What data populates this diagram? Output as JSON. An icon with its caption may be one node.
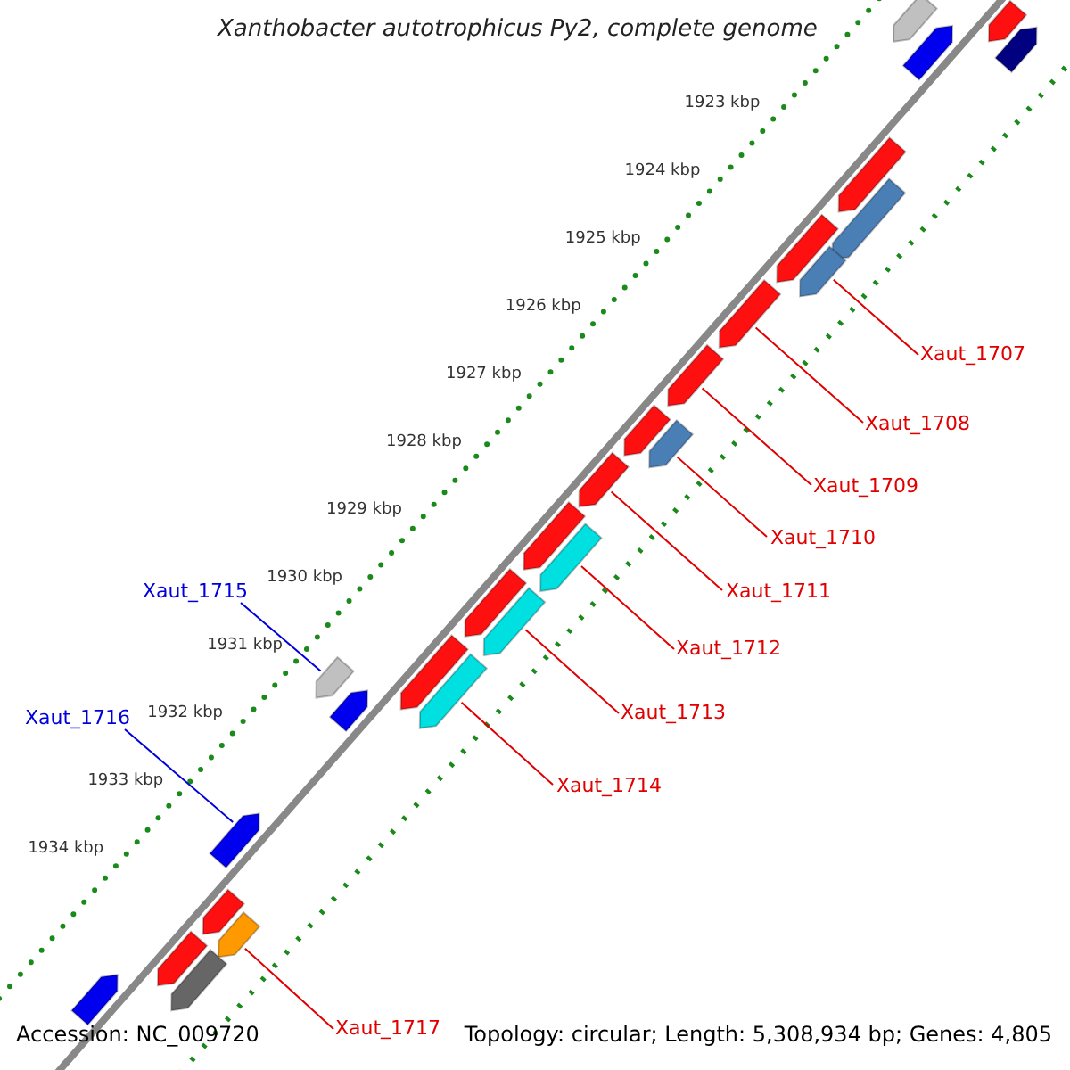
{
  "diagram": {
    "title": "Xanthobacter autotrophicus Py2, complete genome",
    "nodes": [
      {
        "text": [
          "Xaut_1707"
        ]
      },
      {
        "text": [
          "Xaut_1708"
        ]
      },
      {
        "text": [
          "Xaut_1709"
        ]
      },
      {
        "text": [
          "Xaut_1710"
        ]
      },
      {
        "text": [
          "Xaut_1711"
        ]
      },
      {
        "text": [
          "Xaut_1715"
        ]
      },
      {
        "text": [
          "Xaut_1712"
        ]
      },
      {
        "text": [
          "Xaut_1713"
        ]
      },
      {
        "text": [
          "Xaut_1716"
        ]
      },
      {
        "text": [
          "Xaut_1714"
        ]
      },
      {
        "text": [
          "Xaut_1717"
        ]
      },
      {
        "text": [],
        "shape": "arrow"
      },
      {
        "text": [],
        "shape": "arrow"
      },
      {
        "text": [],
        "shape": "arrow"
      },
      {
        "text": [],
        "shape": "arrow"
      },
      {
        "text": [],
        "shape": "arrow"
      },
      {
        "text": [],
        "shape": "arrow"
      },
      {
        "text": [],
        "shape": "arrow"
      },
      {
        "text": [],
        "shape": "arrow"
      },
      {
        "text": [],
        "shape": "arrow"
      },
      {
        "text": [],
        "shape": "arrow"
      },
      {
        "text": [],
        "shape": "arrow"
      },
      {
        "text": [],
        "shape": "arrow"
      },
      {
        "text": [],
        "shape": "arrow"
      },
      {
        "text": [],
        "shape": "arrow"
      },
      {
        "text": [],
        "shape": "arrow"
      },
      {
        "text": [],
        "shape": "arrow"
      },
      {
        "text": [],
        "shape": "arrow"
      },
      {
        "text": [],
        "shape": "arrow"
      },
      {
        "text": [],
        "shape": "arrow"
      },
      {
        "text": [],
        "shape": "arrow"
      },
      {
        "text": [],
        "shape": "arrow"
      },
      {
        "text": [],
        "shape": "arrow"
      },
      {
        "text": [],
        "shape": "arrow"
      },
      {
        "text": [],
        "shape": "arrow"
      },
      {
        "text": [],
        "shape": "arrow"
      },
      {
        "text": [],
        "shape": "arrow"
      },
      {
        "text": [],
        "shape": "arrow"
      }
    ],
    "edges": [
      {
        "from": 0,
        "to": 18,
        "arrow": "none"
      },
      {
        "from": 1,
        "to": 19,
        "arrow": "none"
      },
      {
        "from": 2,
        "to": 20,
        "arrow": "none"
      },
      {
        "from": 3,
        "to": 21,
        "arrow": "none"
      },
      {
        "from": 4,
        "to": 23,
        "arrow": "none"
      },
      {
        "from": 5,
        "to": 30,
        "arrow": "none",
        "color": "#0000dd"
      },
      {
        "from": 6,
        "to": 25,
        "arrow": "none"
      },
      {
        "from": 7,
        "to": 27,
        "arrow": "none"
      },
      {
        "from": 8,
        "to": 32,
        "arrow": "none",
        "color": "#0000dd"
      },
      {
        "from": 9,
        "to": 29,
        "arrow": "none"
      },
      {
        "from": 10,
        "to": 34,
        "arrow": "none"
      }
    ],
    "labels": [
      "1923 kbp",
      "1924 kbp",
      "1925 kbp",
      "1926 kbp",
      "1927 kbp",
      "1928 kbp",
      "1929 kbp",
      "1930 kbp",
      "1931 kbp",
      "1932 kbp",
      "1933 kbp",
      "1934 kbp",
      "Accession: NC_009720",
      "Topology: circular; Length: 5,308,934 bp; Genes: 4,805"
    ]
  }
}
